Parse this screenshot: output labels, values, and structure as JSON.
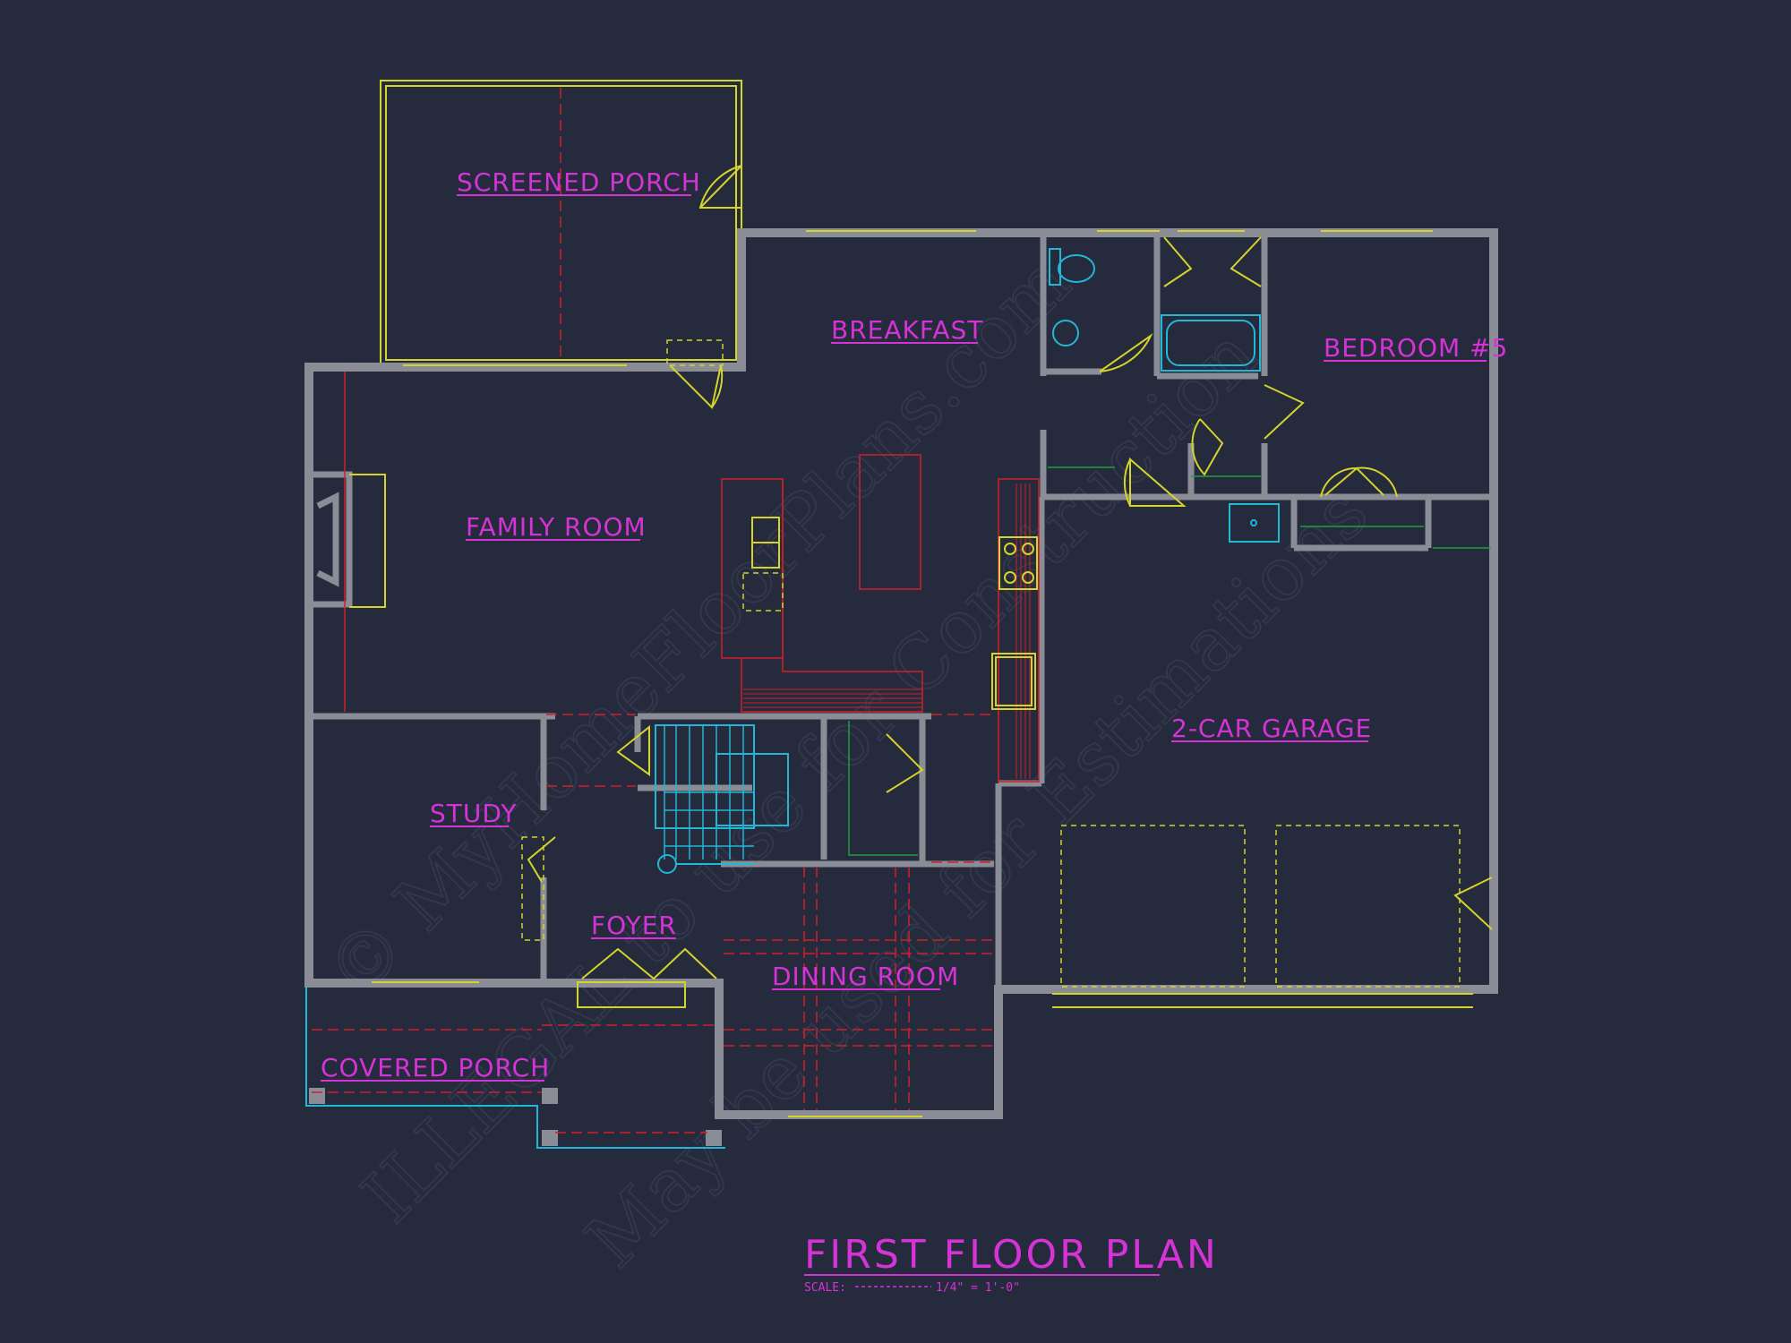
{
  "watermark": {
    "line1": "© MyHomeFloorPlans.com",
    "line2": "ILLEGAL to use for Construction",
    "line3": "May be used for Estimations"
  },
  "rooms": {
    "screened_porch": "SCREENED PORCH",
    "breakfast": "BREAKFAST",
    "bedroom5": "BEDROOM #5",
    "family_room": "FAMILY ROOM",
    "garage": "2-CAR GARAGE",
    "study": "STUDY",
    "foyer": "FOYER",
    "dining_room": "DINING ROOM",
    "covered_porch": "COVERED PORCH"
  },
  "title": {
    "text": "FIRST FLOOR PLAN",
    "scale_label": "SCALE:",
    "scale_value": "1/4\" = 1'-0\""
  },
  "colors": {
    "background": "#252a3d",
    "walls": "#8a8c96",
    "labels": "#d633d6",
    "doors_windows": "#d4d42a",
    "cabinets": "#d0202a",
    "fixtures": "#22b7d6"
  }
}
